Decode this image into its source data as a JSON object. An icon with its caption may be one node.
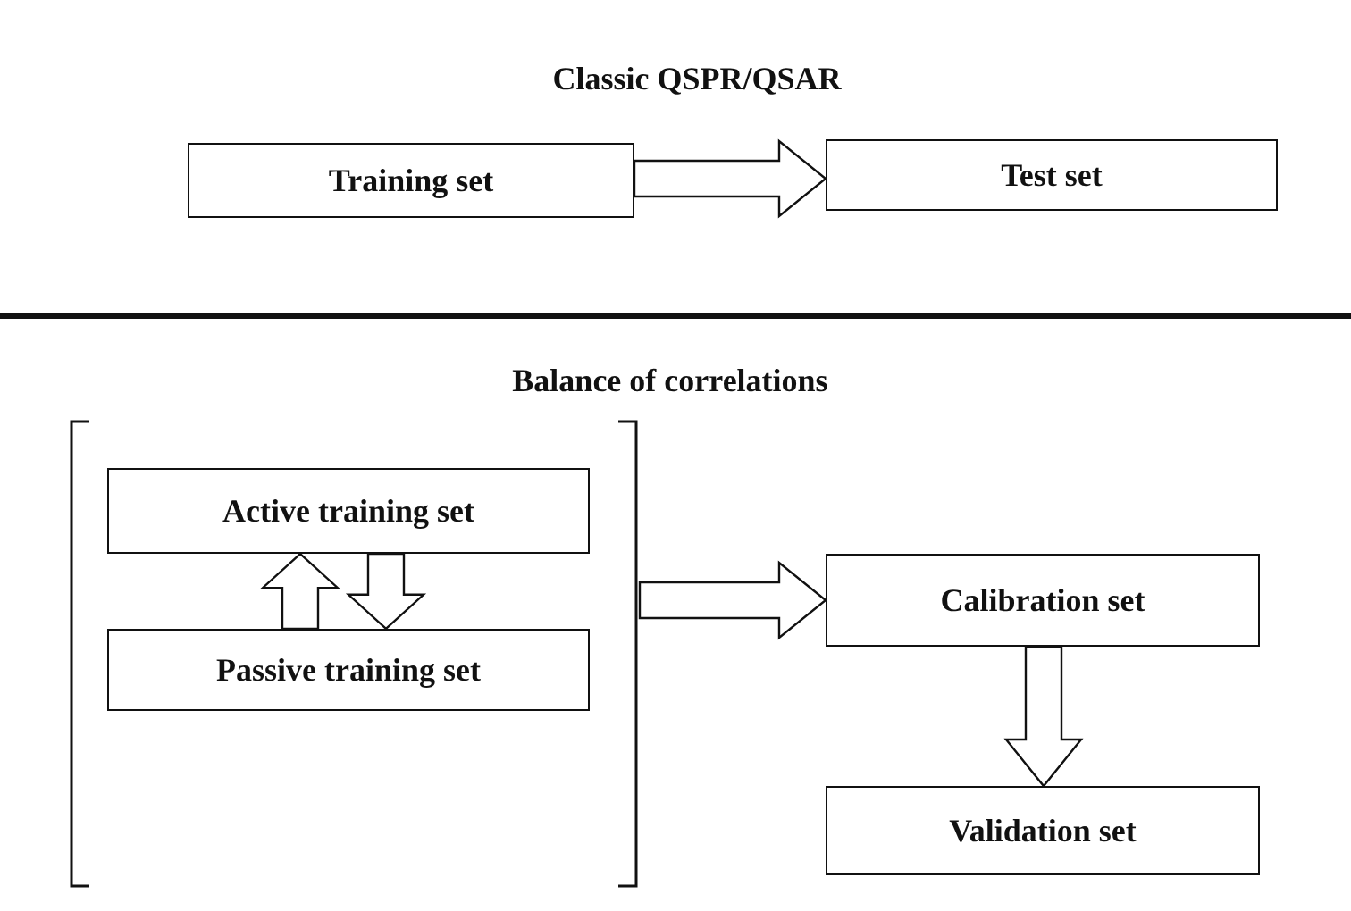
{
  "diagram": {
    "nodes": [
      {
        "text": [
          "Training set"
        ]
      },
      {
        "text": [
          "Test set"
        ]
      },
      {
        "text": [],
        "shape": "bracket"
      },
      {
        "text": [
          "Active training set"
        ],
        "in": 2
      },
      {
        "text": [
          "Passive training set"
        ],
        "in": 2
      },
      {
        "text": [
          "Calibration set"
        ]
      },
      {
        "text": [
          "Validation set"
        ]
      }
    ],
    "edges": [
      {
        "from": 0,
        "to": 1,
        "arrow": "to"
      },
      {
        "from": 4,
        "to": 3,
        "arrow": "to"
      },
      {
        "from": 3,
        "to": 4,
        "arrow": "to"
      },
      {
        "from": 2,
        "to": 5,
        "arrow": "to"
      },
      {
        "from": 5,
        "to": 6,
        "arrow": "to"
      }
    ],
    "labels": [
      "Classic QSPR/QSAR",
      "Balance of correlations"
    ]
  }
}
